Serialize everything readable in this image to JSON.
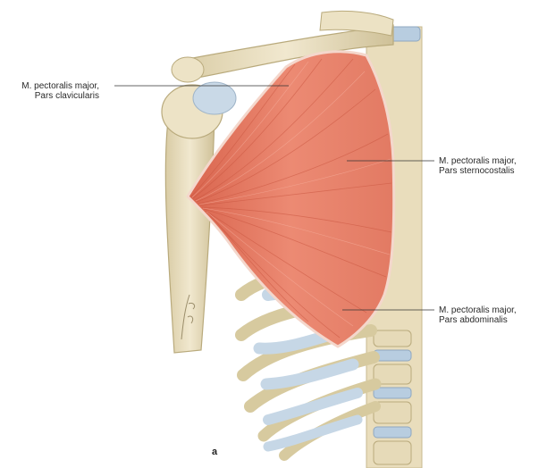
{
  "labels": {
    "clavicularis": {
      "line1": "M. pectoralis major,",
      "line2": "Pars clavicularis"
    },
    "sternocostalis": {
      "line1": "M. pectoralis major,",
      "line2": "Pars sternocostalis"
    },
    "abdominalis": {
      "line1": "M. pectoralis major,",
      "line2": "Pars abdominalis"
    }
  },
  "panel_letter": "a",
  "colors": {
    "bone": "#ece1c3",
    "bone_shadow": "#cdbf97",
    "cartilage": "#c8d8e6",
    "muscle": "#e9806b",
    "muscle_dark": "#c9553f",
    "leader_line": "#333333"
  }
}
